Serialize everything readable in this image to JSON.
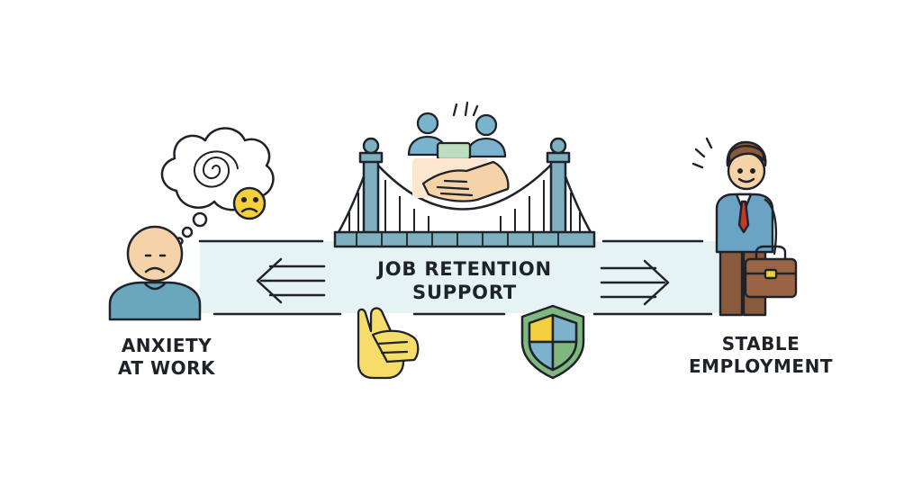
{
  "labels": {
    "left": [
      "ANXIETY",
      "AT WORK"
    ],
    "center": [
      "JOB RETENTION",
      "SUPPORT"
    ],
    "right": [
      "STABLE",
      "EMPLOYMENT"
    ]
  },
  "colors": {
    "outline": "#1f2329",
    "band": "#e6f3f5",
    "bridge": "#7fb0c0",
    "skin": "#f5d2a8",
    "person_shirt": "#6aa7bd",
    "suit": "#6aa3c4",
    "trousers": "#8a5a3c",
    "briefcase": "#9a6445",
    "tie": "#c0392b",
    "sad_face": "#f4d03f",
    "hand_yellow": "#f6dd6a",
    "shield_green": "#7fb77e",
    "shield_blue": "#7bb3cc",
    "shield_yellow": "#f4d03f"
  },
  "icons": [
    "thought-cloud-icon",
    "sad-face-icon",
    "anxious-person-icon",
    "suspension-bridge-icon",
    "team-handshake-icon",
    "stop-hand-icon",
    "shield-icon",
    "businessman-icon",
    "briefcase-icon",
    "arrow-left-icon",
    "arrow-right-icon"
  ]
}
